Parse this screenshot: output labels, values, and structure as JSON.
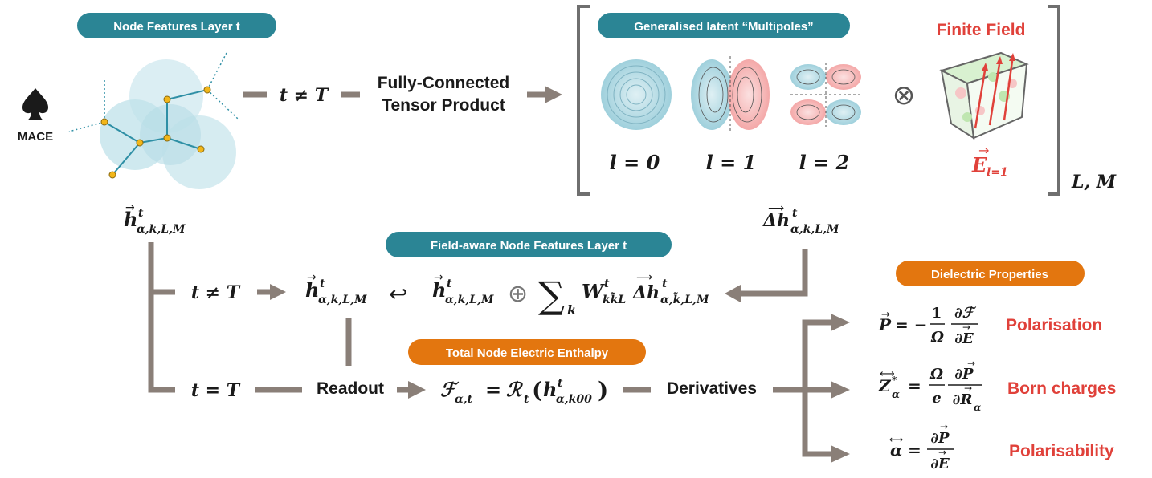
{
  "pills": {
    "node_features": "Node Features Layer t",
    "multipoles": "Generalised latent “Multipoles”",
    "field_aware": "Field-aware Node Features Layer t",
    "enthalpy": "Total Node Electric Enthalpy",
    "dielectric": "Dielectric Properties"
  },
  "mace": "MACE",
  "top_flow": {
    "condition": "t ≠ T",
    "tensor_product_line1": "Fully-Connected",
    "tensor_product_line2": "Tensor Product"
  },
  "multipoles": {
    "l0": "l = 0",
    "l1": "l = 1",
    "l2": "l = 2",
    "otimes": "⊗",
    "finite_field": "Finite Field",
    "field_symbol": "E",
    "field_sub": "l=1",
    "bracket_label": "L, M"
  },
  "features": {
    "h_sym": "h",
    "h_sup": "t",
    "h_sub": "α,k,L,M",
    "dh_sym": "Δh",
    "dh_sub": "α,k,L,M"
  },
  "update": {
    "condition": "t ≠ T",
    "h_sub": "α,k,L,M",
    "return_arrow": "↩",
    "oplus": "⊕",
    "sum": "∑",
    "sum_sub": "k",
    "w": "W",
    "w_sup": "t",
    "w_sub": "kk̃L",
    "dh_sub": "α,k̃,L,M"
  },
  "readout_flow": {
    "condition": "t = T",
    "readout": "Readout",
    "enthalpy_lhs": "ℱ",
    "enthalpy_lhs_sub": "α,t",
    "equals": "=",
    "R": "ℛ",
    "R_sub": "t",
    "h_arg_sub": "α,k00",
    "derivatives": "Derivatives"
  },
  "properties": [
    {
      "name": "Polarisation",
      "lhs": "P",
      "rhs_prefix": "= −",
      "num": "1",
      "den": "Ω",
      "dnum": "∂ℱ",
      "dden": "∂E"
    },
    {
      "name": "Born charges",
      "lhs": "Z",
      "lhs_sup": "*",
      "lhs_sub": "α",
      "rhs_prefix": "=",
      "num": "Ω",
      "den": "e",
      "dnum": "∂P",
      "dden": "∂R",
      "dden_sub": "α"
    },
    {
      "name": "Polarisability",
      "lhs": "α",
      "rhs_prefix": "=",
      "dnum": "∂P",
      "dden": "∂E"
    }
  ],
  "colors": {
    "teal": "#2b8595",
    "orange": "#e3760f",
    "red": "#e0413a",
    "arrow": "#8a7f78",
    "bracket": "#6f6f6f"
  }
}
